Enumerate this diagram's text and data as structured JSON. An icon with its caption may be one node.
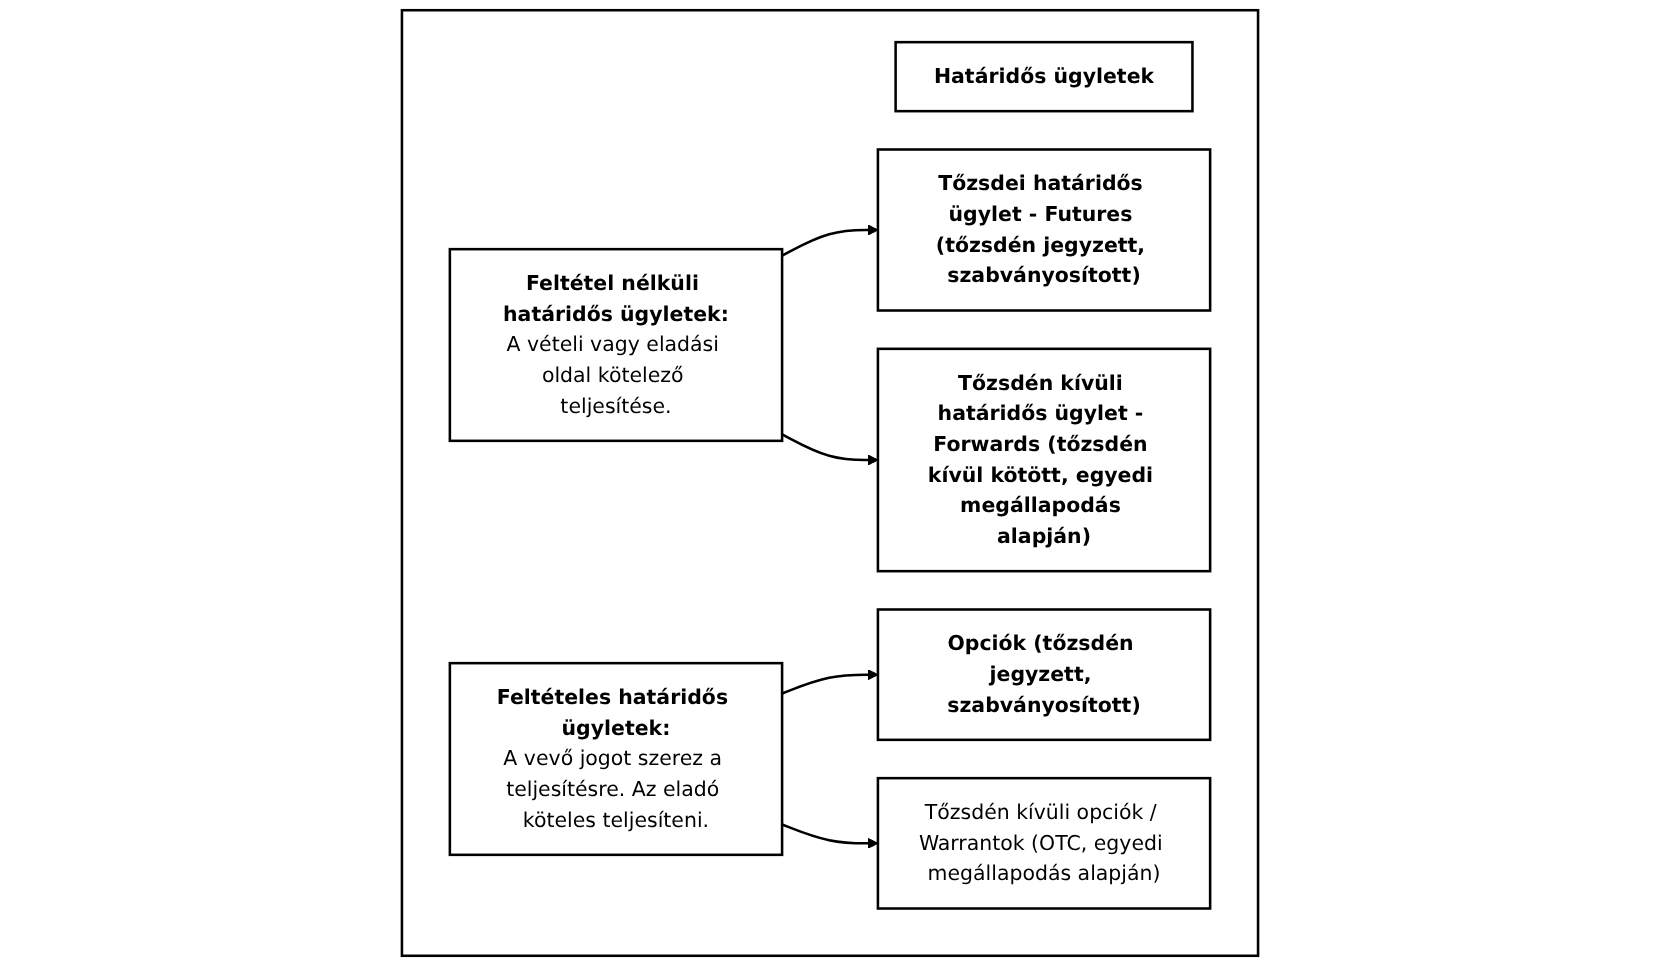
{
  "diagram": {
    "nodes": [
      {
        "text": [],
        "shape": "box"
      },
      {
        "text": [
          "Határidős ügyletek"
        ],
        "in": 0
      },
      {
        "text": [
          "Feltétel nélküli határidős ügyletek:",
          "A vételi vagy eladási oldal kötelező teljesítése."
        ],
        "in": 0
      },
      {
        "text": [
          "Tőzsdei határidős ügylet - Futures (tőzsdén jegyzett, szabványosított)"
        ],
        "in": 0
      },
      {
        "text": [
          "Tőzsdén kívüli határidős ügylet - Forwards (tőzsdén kívül kötött, egyedi megállapodás alapján)"
        ],
        "in": 0
      },
      {
        "text": [
          "Feltételes határidős ügyletek:",
          "A vevő jogot szerez a teljesítésre. Az eladó köteles teljesíteni."
        ],
        "in": 0
      },
      {
        "text": [
          "Opciók (tőzsdén jegyzett, szabványosított)"
        ],
        "in": 0
      },
      {
        "text": [
          "Tőzsdén kívüli opciók / Warrantok (OTC, egyedi megállapodás alapján)"
        ],
        "in": 0
      }
    ],
    "edges": [
      {
        "from": 2,
        "to": 3,
        "arrow": "to"
      },
      {
        "from": 2,
        "to": 4,
        "arrow": "to"
      },
      {
        "from": 5,
        "to": 6,
        "arrow": "to"
      },
      {
        "from": 5,
        "to": 7,
        "arrow": "to"
      }
    ]
  }
}
